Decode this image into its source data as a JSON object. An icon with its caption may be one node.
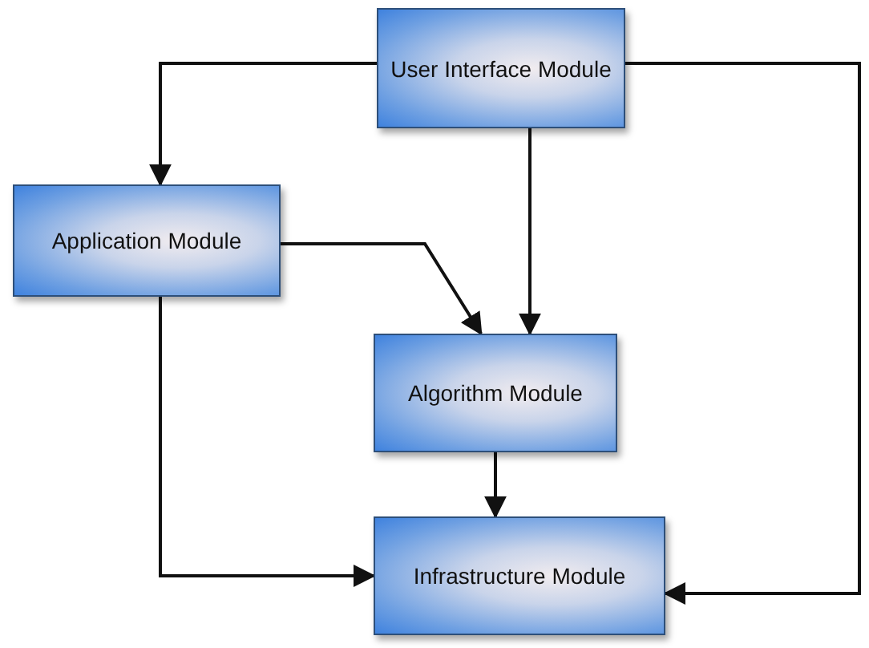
{
  "diagram": {
    "nodes": [
      {
        "text": [
          "User Interface Module"
        ]
      },
      {
        "text": [
          "Application Module"
        ]
      },
      {
        "text": [
          "Algorithm Module"
        ]
      },
      {
        "text": [
          "Infrastructure Module"
        ]
      }
    ],
    "edges": [
      {
        "from": 0,
        "to": 1,
        "arrow": "to"
      },
      {
        "from": 0,
        "to": 2,
        "arrow": "to"
      },
      {
        "from": 0,
        "to": 3,
        "arrow": "to"
      },
      {
        "from": 1,
        "to": 2,
        "arrow": "to"
      },
      {
        "from": 1,
        "to": 3,
        "arrow": "to"
      },
      {
        "from": 2,
        "to": 3,
        "arrow": "to"
      }
    ]
  }
}
